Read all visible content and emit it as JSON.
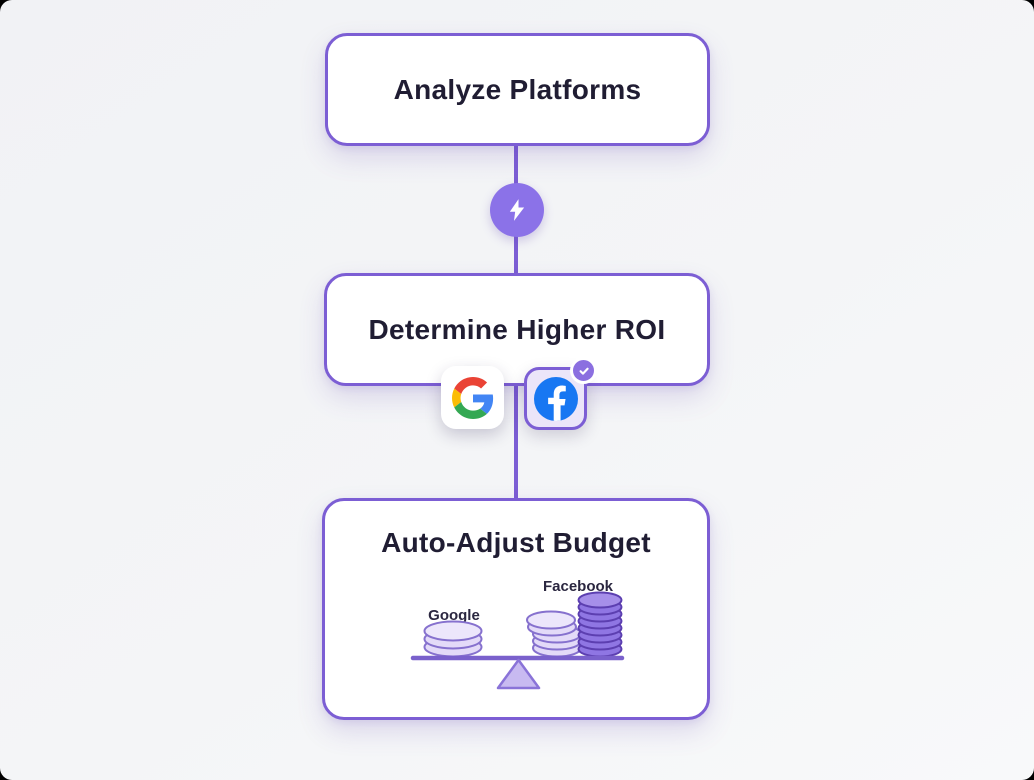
{
  "workflow": {
    "nodes": [
      {
        "id": "analyze-platforms",
        "title": "Analyze Platforms"
      },
      {
        "id": "determine-higher-roi",
        "title": "Determine Higher ROI"
      },
      {
        "id": "auto-adjust-budget",
        "title": "Auto-Adjust Budget"
      }
    ],
    "connector_icon": "lightning-bolt",
    "platforms": [
      {
        "name": "Google",
        "icon": "google-logo",
        "selected": false
      },
      {
        "name": "Facebook",
        "icon": "facebook-logo",
        "selected": true
      }
    ],
    "scale": {
      "left": {
        "label": "Google",
        "coins": 3
      },
      "right": {
        "label": "Facebook",
        "light_coins": 5,
        "dark_coins": 8
      }
    }
  },
  "colors": {
    "accent": "#7c5ed4",
    "bolt_circle": "#8b72e8",
    "node_bg": "#ffffff",
    "node_text": "#201d33",
    "canvas_bg": "#f2f3f6",
    "facebook_tile_bg": "#ebe5f9",
    "facebook_blue": "#1877F2",
    "google_blue": "#4285F4",
    "google_red": "#EA4335",
    "google_yellow": "#FBBC05",
    "google_green": "#34A853",
    "beam": "#7a61cc",
    "triangle_fill": "#c8baf1",
    "triangle_stroke": "#8a73d8",
    "coins": {
      "light": {
        "fill": "#e3daf8",
        "stroke": "#8671ce",
        "top": "#ece6fb"
      },
      "dark": {
        "fill": "#8f76e3",
        "stroke": "#5c3fb0",
        "top": "#a68fe9"
      }
    }
  }
}
